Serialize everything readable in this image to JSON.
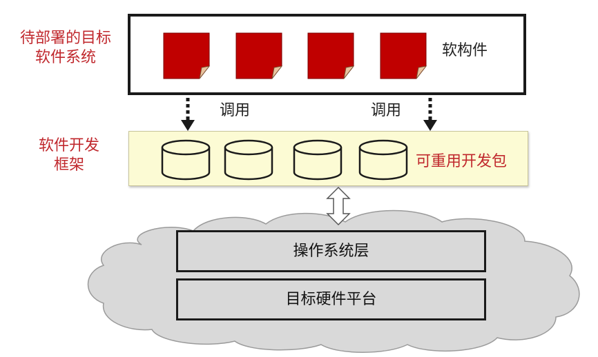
{
  "target_system_label": [
    "待部署的目标",
    "软件系统"
  ],
  "component_label": "软构件",
  "framework_label": [
    "软件开发",
    "框架"
  ],
  "call_label_left": "调用",
  "call_label_right": "调用",
  "package_label": "可重用开发包",
  "os_layer_label": "操作系统层",
  "hardware_layer_label": "目标硬件平台",
  "colors": {
    "label_red": "#c0282d",
    "component_fill": "#c00000",
    "framework_fill": "#fcfbd4",
    "cloud_fill": "#d9d9d9",
    "border": "#1a1a1a"
  },
  "icons": [
    "document-icon",
    "database-icon",
    "double-arrow-icon",
    "cloud-shape"
  ]
}
